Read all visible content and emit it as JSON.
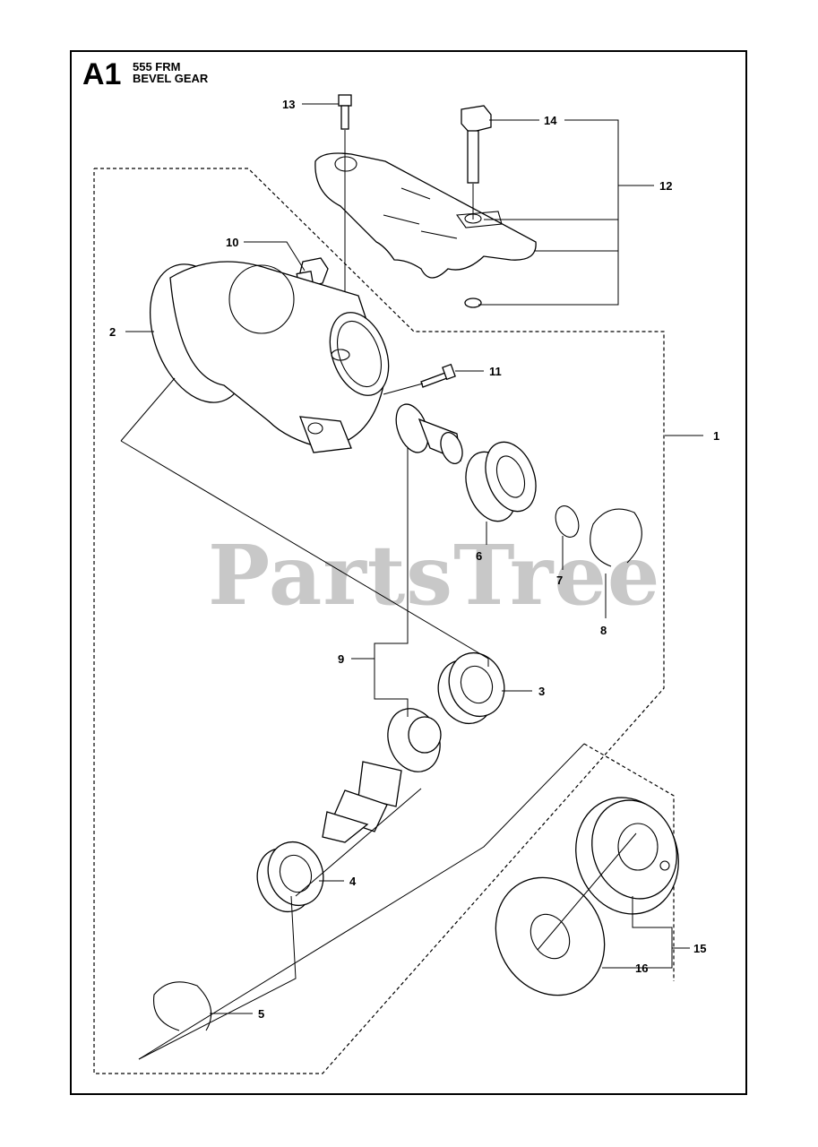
{
  "header": {
    "page_code": "A1",
    "model": "555 FRM",
    "assembly": "BEVEL GEAR"
  },
  "watermark": "PartsTree",
  "callouts": [
    "1",
    "2",
    "3",
    "4",
    "5",
    "6",
    "7",
    "8",
    "9",
    "10",
    "11",
    "12",
    "13",
    "14",
    "15",
    "16"
  ],
  "colors": {
    "line": "#000000",
    "watermark": "#c8c8c8",
    "background": "#ffffff"
  }
}
